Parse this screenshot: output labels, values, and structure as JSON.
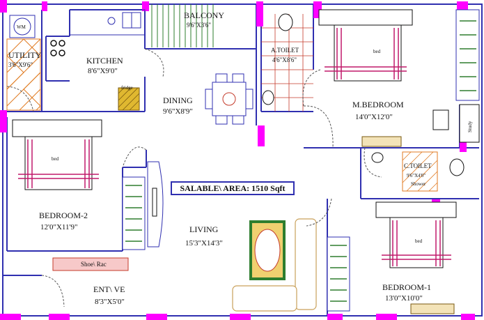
{
  "rooms": {
    "balcony": {
      "name": "BALCONY",
      "dims": "9'6\"X3'6\""
    },
    "utility": {
      "name": "UTILITY",
      "dims": "3'6\"X9'6\""
    },
    "wm": "WM",
    "kitchen": {
      "name": "KITCHEN",
      "dims": "8'6\"X9'0\""
    },
    "fridge": "fridge",
    "dining": {
      "name": "DINING",
      "dims": "9'6\"X8'9\""
    },
    "a_toilet": {
      "name": "A.TOILET",
      "dims": "4'6\"X8'6\""
    },
    "m_bedroom": {
      "name": "M.BEDROOM",
      "dims": "14'0\"X12'0\""
    },
    "study": "Study",
    "c_toilet": {
      "name": "C.TOILET",
      "dims": "9'6\"X4'0\"",
      "extra": "Shower"
    },
    "bedroom2": {
      "name": "BEDROOM-2",
      "dims": "12'0\"X11'9\""
    },
    "living": {
      "name": "LIVING",
      "dims": "15'3\"X14'3\""
    },
    "bedroom1": {
      "name": "BEDROOM-1",
      "dims": "13'0\"X10'0\""
    },
    "shoe_rack": "Shoe\\ Rac",
    "entrance": {
      "name": "ENT\\ VE",
      "dims": "8'3\"X5'0\""
    }
  },
  "bed_label": "bed",
  "saleable_area": "SALABLE\\ AREA: 1510 Sqft",
  "colors": {
    "wall": "#2f2fb0",
    "column": "#ff00ff",
    "bed_stripe": "#c0186a",
    "hatch": "#e07a20",
    "tile": "#c43a2a",
    "rug_border": "#2e7d2e",
    "door_arc": "#555555"
  }
}
